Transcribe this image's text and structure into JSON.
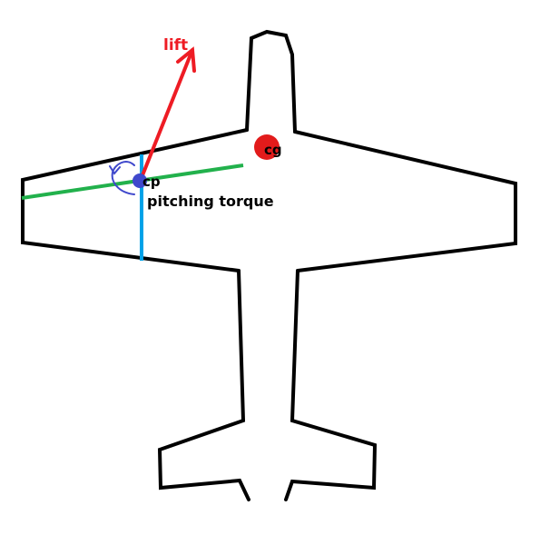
{
  "labels": {
    "lift": "lift",
    "cg": "cg",
    "cp": "cp",
    "pitching_torque": "pitching torque"
  },
  "colors": {
    "outline": "#000000",
    "lift": "#ee1c24",
    "cg_dot": "#e21b1b",
    "cp_dot": "#3f48cc",
    "chord_line": "#22b14c",
    "span_line": "#00a2e8",
    "torque_arrow": "#3f48cc"
  }
}
